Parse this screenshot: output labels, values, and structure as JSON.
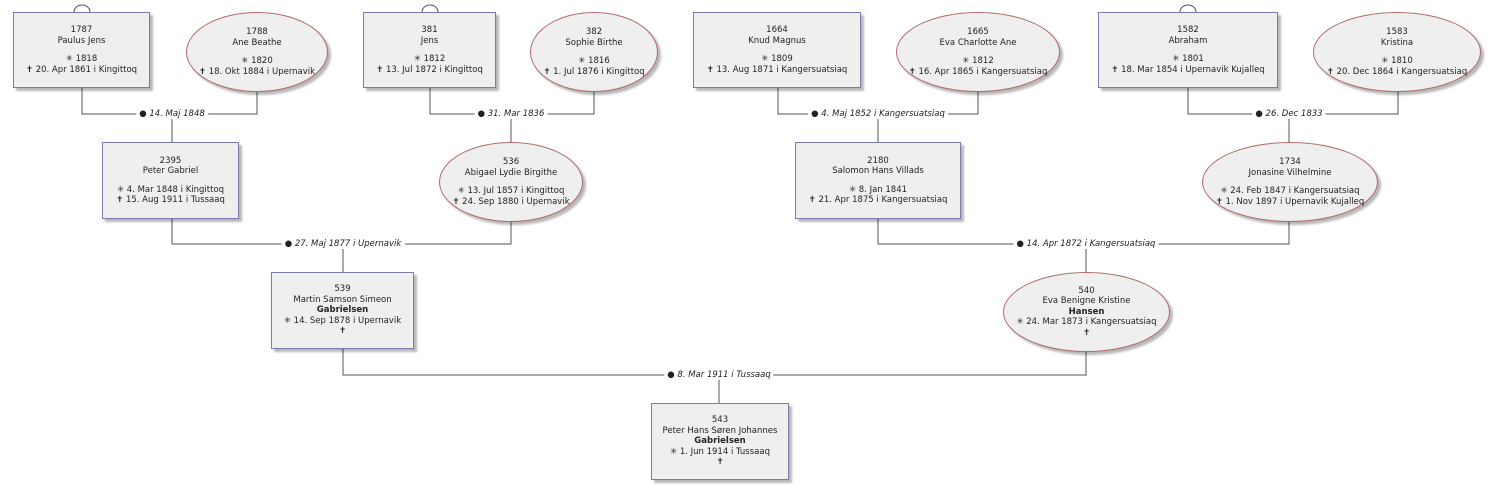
{
  "people": {
    "p1787": {
      "id": "1787",
      "given": "Paulus Jens",
      "birth": "✳ 1818",
      "death": "✝ 20. Apr 1861 i  Kingittoq"
    },
    "p1788": {
      "id": "1788",
      "given": "Ane Beathe",
      "birth": "✳ 1820",
      "death": "✝ 18. Okt 1884 i  Upernavik"
    },
    "p381": {
      "id": "381",
      "given": "Jens",
      "birth": "✳ 1812",
      "death": "✝ 13. Jul 1872 i  Kingittoq"
    },
    "p382": {
      "id": "382",
      "given": "Sophie Birthe",
      "birth": "✳ 1816",
      "death": "✝ 1. Jul 1876 i  Kingittoq"
    },
    "p1664": {
      "id": "1664",
      "given": "Knud Magnus",
      "birth": "✳ 1809",
      "death": "✝ 13. Aug 1871 i  Kangersuatsiaq"
    },
    "p1665": {
      "id": "1665",
      "given": "Eva Charlotte Ane",
      "birth": "✳ 1812",
      "death": "✝ 16. Apr 1865 i  Kangersuatsiaq"
    },
    "p1582": {
      "id": "1582",
      "given": "Abraham",
      "birth": "✳ 1801",
      "death": "✝ 18. Mar 1854 i  Upernavik Kujalleq"
    },
    "p1583": {
      "id": "1583",
      "given": "Kristina",
      "birth": "✳ 1810",
      "death": "✝ 20. Dec 1864 i  Kangersuatsiaq"
    },
    "p2395": {
      "id": "2395",
      "given": "Peter Gabriel",
      "birth": "✳ 4. Mar 1848 i  Kingittoq",
      "death": "✝ 15. Aug 1911 i  Tussaaq"
    },
    "p536": {
      "id": "536",
      "given": "Abigael Lydie Birgithe",
      "birth": "✳ 13. Jul 1857 i  Kingittoq",
      "death": "✝ 24. Sep 1880 i  Upernavik"
    },
    "p2180": {
      "id": "2180",
      "given": "Salomon Hans Villads",
      "birth": "✳ 8. Jan 1841",
      "death": "✝ 21. Apr 1875 i  Kangersuatsiaq"
    },
    "p1734": {
      "id": "1734",
      "given": "Jonasine Vilhelmine",
      "birth": "✳ 24. Feb 1847 i  Kangersuatsiaq",
      "death": "✝ 1. Nov 1897 i  Upernavik Kujalleq"
    },
    "p539": {
      "id": "539",
      "given": "Martin Samson Simeon",
      "surname": "Gabrielsen",
      "birth": "✳ 14. Sep 1878 i  Upernavik",
      "death": "✝"
    },
    "p540": {
      "id": "540",
      "given": "Eva Benigne Kristine",
      "surname": "Hansen",
      "birth": "✳ 24. Mar 1873 i  Kangersuatsiaq",
      "death": "✝"
    },
    "p543": {
      "id": "543",
      "given": "Peter Hans Søren Johannes",
      "surname": "Gabrielsen",
      "birth": "✳ 1. Jun 1914 i  Tussaaq",
      "death": "✝"
    }
  },
  "marriages": {
    "m1": "14. Maj 1848",
    "m2": "31. Mar 1836",
    "m3": "4. Maj 1852 i  Kangersuatsiaq",
    "m4": "26. Dec 1833",
    "m5": "27. Maj 1877 i  Upernavik",
    "m6": "14. Apr 1872 i  Kangersuatsiaq",
    "m7": "8. Mar 1911 i  Tussaaq"
  },
  "colors": {
    "line": "#555555",
    "male_border": "#7b7bb0",
    "female_border": "#b06a6a",
    "card_fill": "#efefef"
  }
}
